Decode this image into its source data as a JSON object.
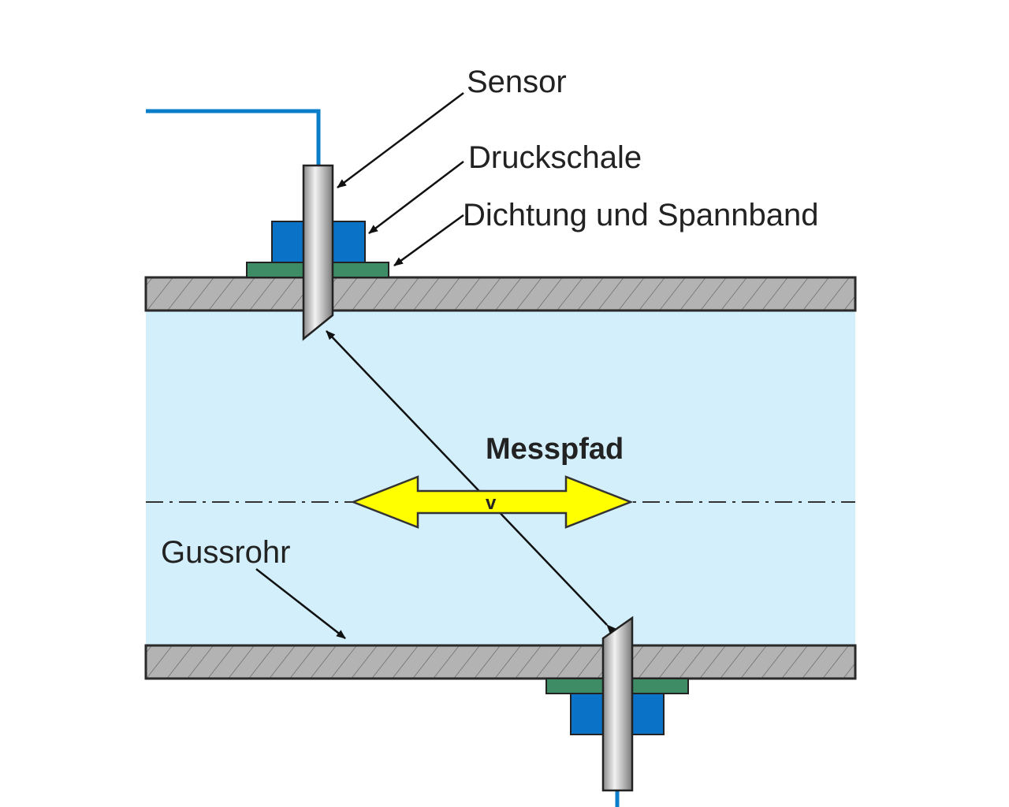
{
  "labels": {
    "sensor": "Sensor",
    "druckschale": "Druckschale",
    "dichtung": "Dichtung und Spannband",
    "messpfad": "Messpfad",
    "velocity": "v",
    "gussrohr": "Gussrohr"
  },
  "colors": {
    "fluid": "#d3effb",
    "pipe_wall": "#b3b3b3",
    "pressure_shell": "#0a73c8",
    "gasket_band": "#3d8c66",
    "cable": "#0a7ec8",
    "flow_arrow": "#ffff00"
  }
}
